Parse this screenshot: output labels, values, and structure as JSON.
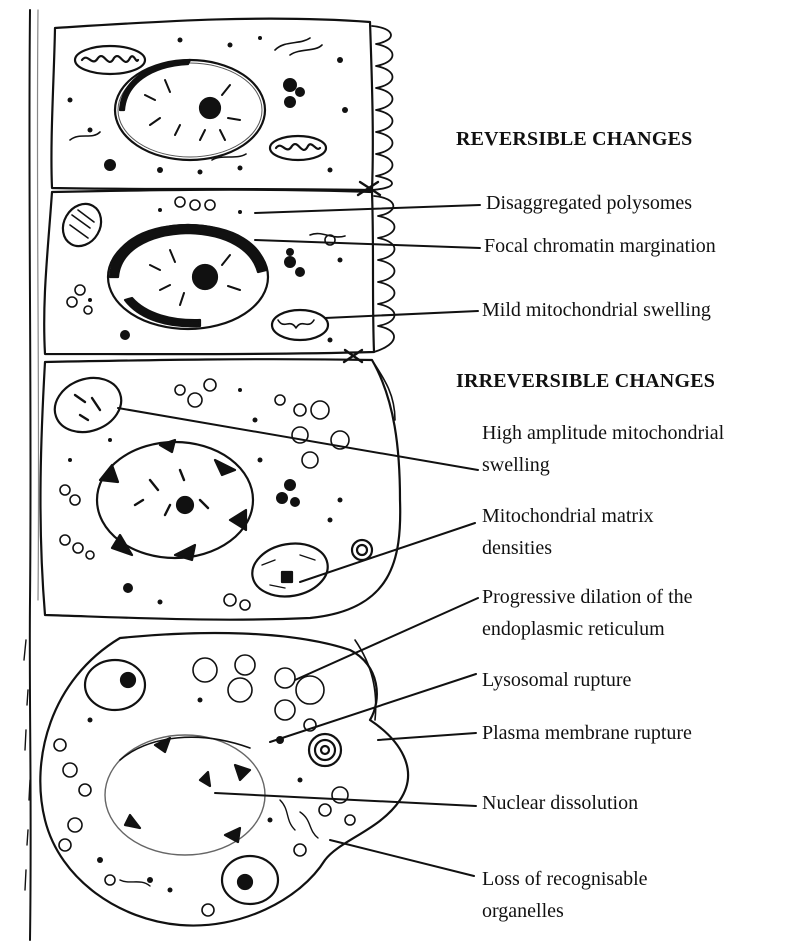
{
  "headings": {
    "reversible": "REVERSIBLE CHANGES",
    "irreversible": "IRREVERSIBLE CHANGES"
  },
  "labels": {
    "polysomes": "Disaggregated polysomes",
    "chromatin": "Focal chromatin margination",
    "mild_swelling": "Mild mitochondrial swelling",
    "high_swelling_1": "High amplitude mitochondrial",
    "high_swelling_2": "swelling",
    "matrix_1": "Mitochondrial matrix",
    "matrix_2": "densities",
    "er_1": "Progressive dilation of the",
    "er_2": "endoplasmic reticulum",
    "lysosomal": "Lysosomal rupture",
    "plasma": "Plasma membrane rupture",
    "nuclear": "Nuclear dissolution",
    "loss_1": "Loss of recognisable",
    "loss_2": "organelles"
  }
}
